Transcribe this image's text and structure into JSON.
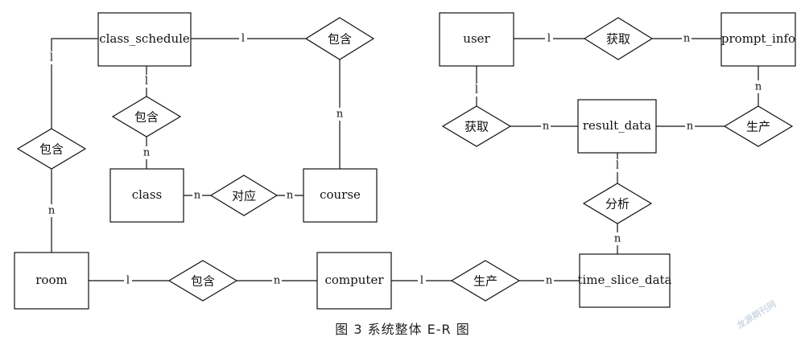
{
  "entities": {
    "class_schedule": "class_schedule",
    "class": "class",
    "course": "course",
    "room": "room",
    "computer": "computer",
    "user": "user",
    "prompt_info": "prompt_info",
    "result_data": "result_data",
    "time_slice_data": "time_slice_data"
  },
  "relationships": {
    "contain_top": "包含",
    "contain_mid": "包含",
    "contain_left": "包含",
    "correspond": "对应",
    "contain_bottom": "包含",
    "produce_bottom": "生产",
    "acquire_top": "获取",
    "acquire_left": "获取",
    "produce_right": "生产",
    "analyze": "分析"
  },
  "cardinalities": {
    "schedule_to_contain_top": "l",
    "contain_top_to_course": "n",
    "schedule_to_contain_mid": "l",
    "contain_mid_to_class": "n",
    "schedule_to_contain_left": "l",
    "contain_left_to_room": "n",
    "class_to_correspond": "n",
    "correspond_to_course": "n",
    "room_to_contain_bottom": "l",
    "contain_bottom_to_computer": "n",
    "computer_to_produce": "l",
    "produce_to_timeslice": "n",
    "user_to_acquire_top": "l",
    "acquire_top_to_prompt": "n",
    "user_to_acquire_left": "l",
    "acquire_left_to_result": "n",
    "prompt_to_produce_right": "n",
    "produce_right_to_result": "n",
    "result_to_analyze": "l",
    "analyze_to_timeslice": "n"
  },
  "caption": "图 3   系统整体 E-R 图",
  "watermark": "龙源期刊网"
}
